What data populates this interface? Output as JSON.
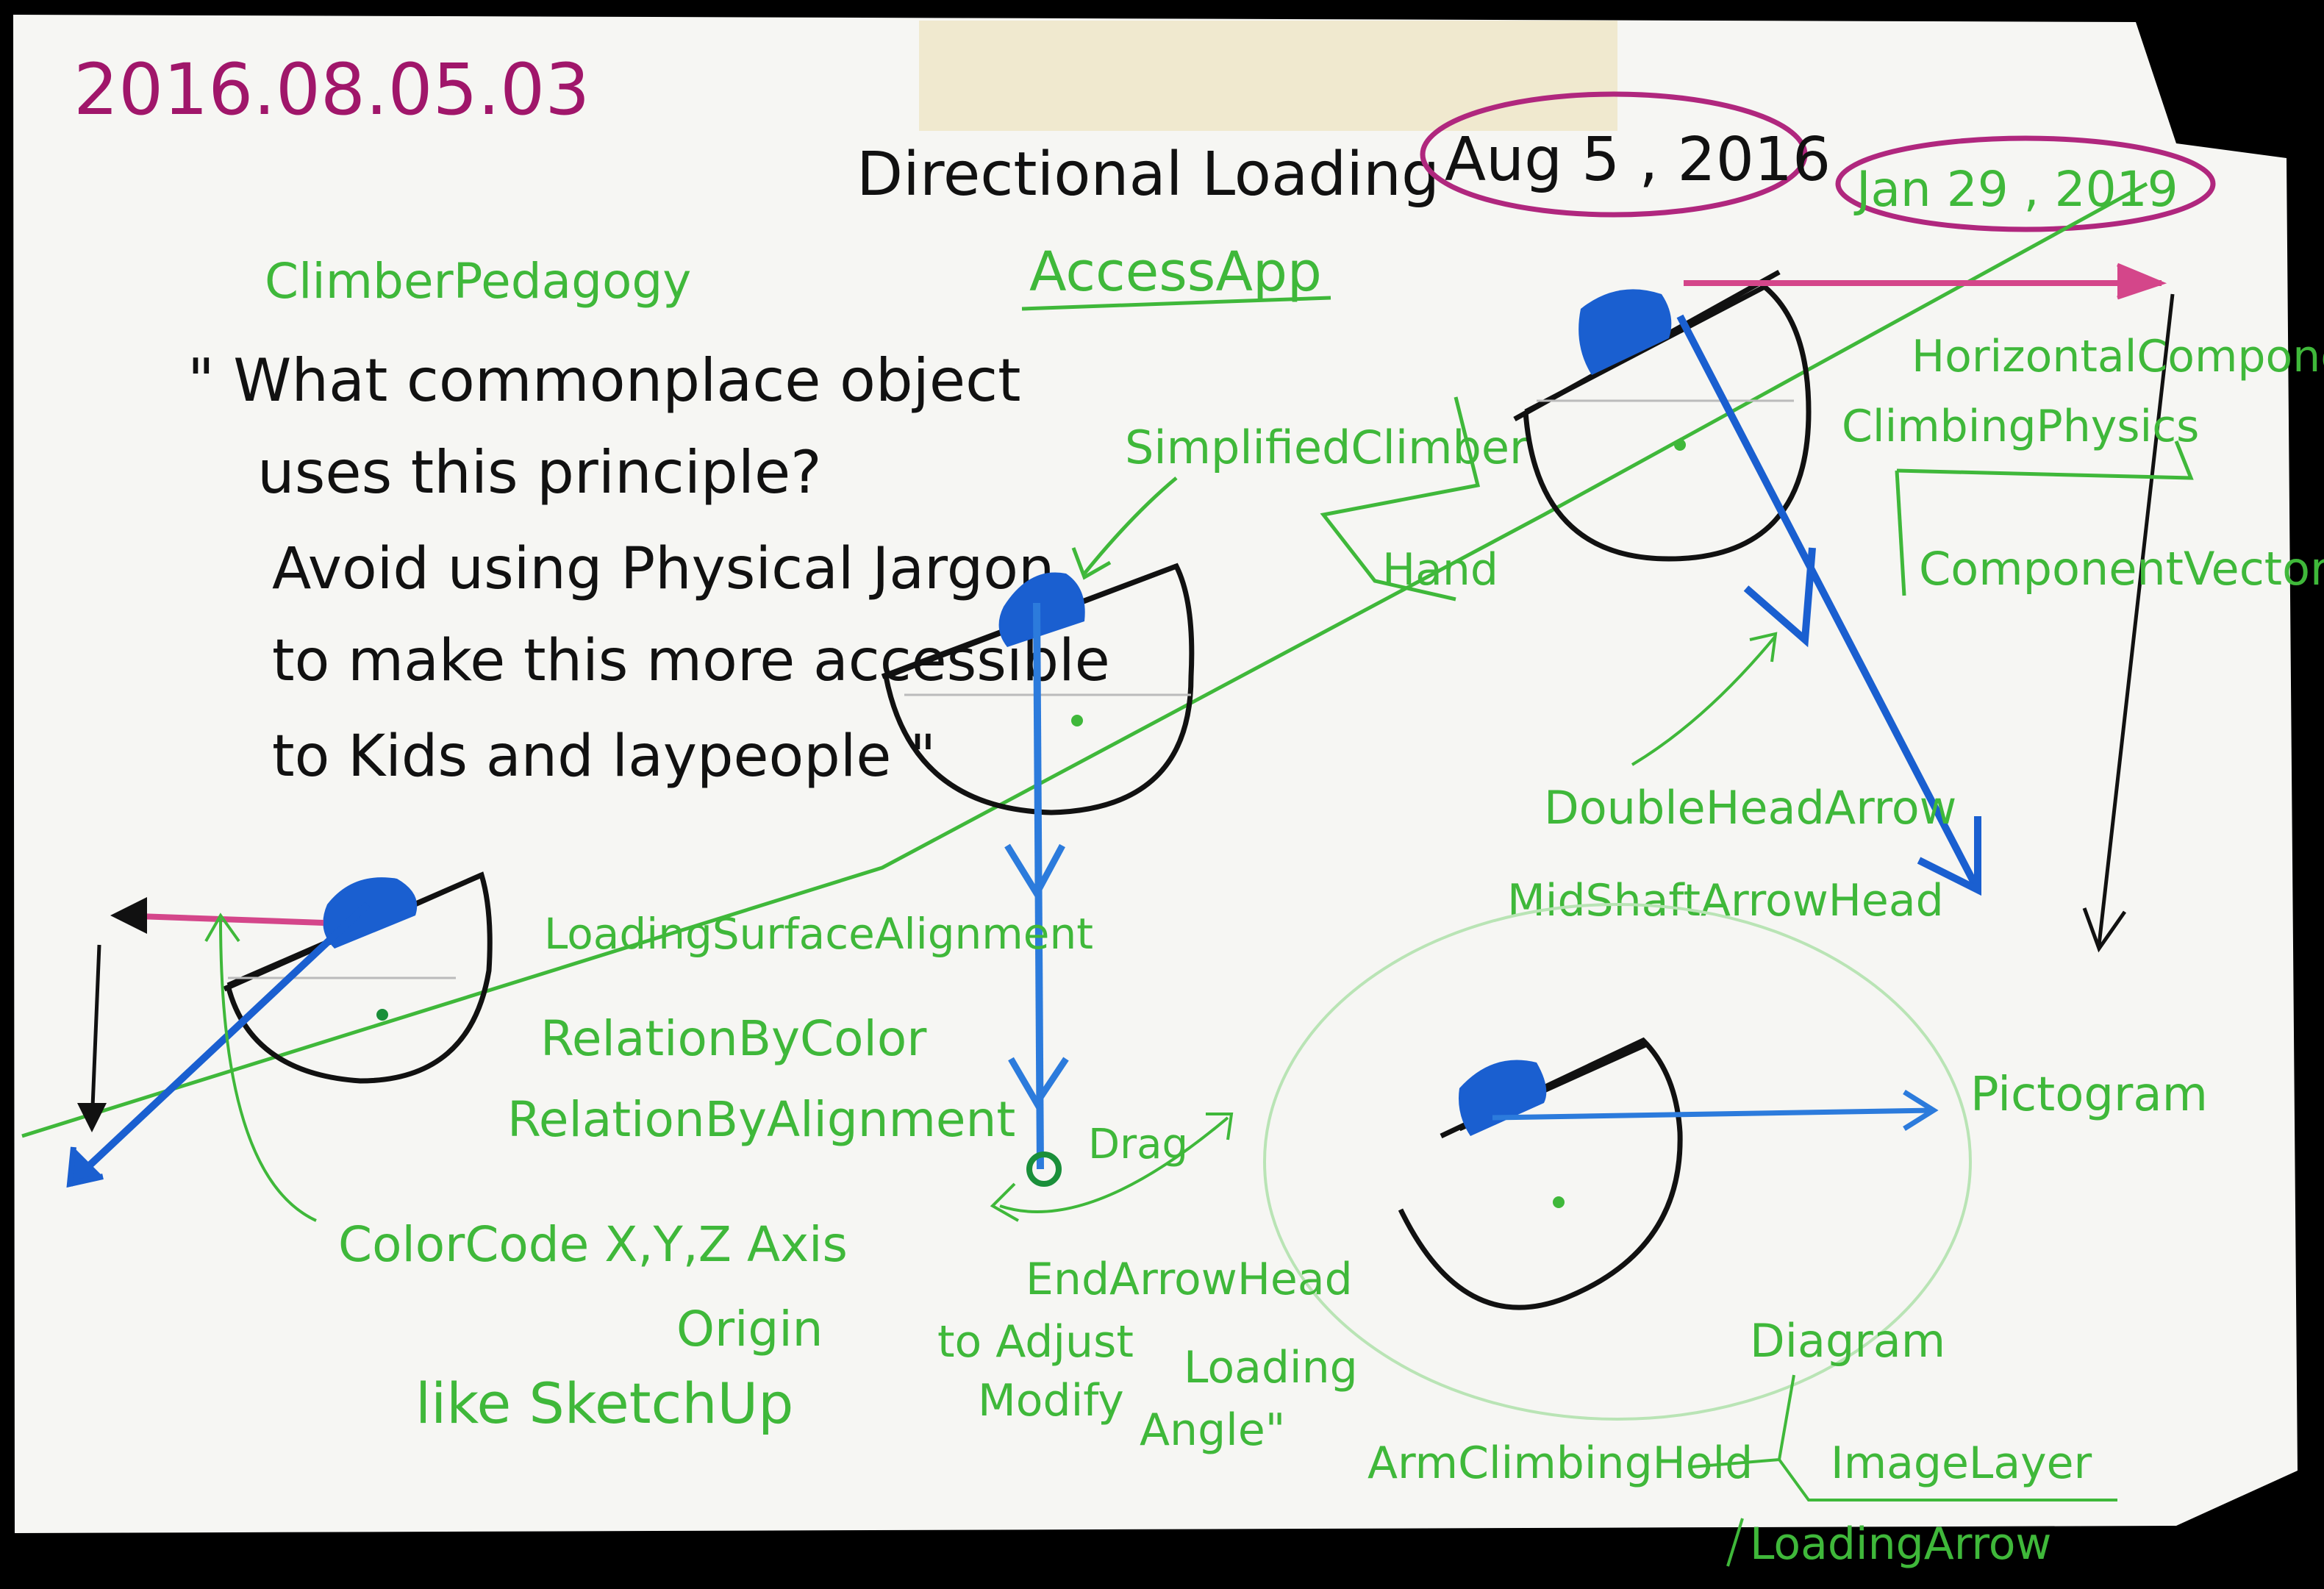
{
  "header": {
    "id_code": "2016.08.05.03",
    "title": "Directional Loading",
    "date": "Aug 5 , 2016",
    "revision_date": "Jan 29 , 2019"
  },
  "quote": {
    "tag": "ClimberPedagogy",
    "lines": [
      "\" What commonplace object",
      "uses this principle?",
      "Avoid using Physical Jargon",
      "to make this more accessible",
      "to Kids and laypeople \""
    ]
  },
  "labels": {
    "access_app": "AccessApp",
    "simplified_climber": "SimplifiedClimber",
    "hand": "Hand",
    "horizontal_component": "HorizontalComponent",
    "climbing_physics": "ClimbingPhysics",
    "component_vector": "ComponentVector",
    "double_head_arrow": "DoubleHeadArrow",
    "mid_shaft_arrowhead": "MidShaftArrowHead",
    "pictogram": "Pictogram",
    "loading_surface_alignment": "LoadingSurfaceAlignment",
    "relation_by_color": "RelationByColor",
    "relation_by_alignment": "RelationByAlignment",
    "drag": "Drag",
    "end_arrowhead_1": "EndArrowHead",
    "end_arrowhead_2": "to Adjust",
    "end_arrowhead_3": "Modify",
    "loading_angle_1": "Loading",
    "loading_angle_2": "Angle\"",
    "color_code": "ColorCode X,Y,Z Axis",
    "origin": "Origin",
    "like_sketchup": "like SketchUp",
    "diagram": "Diagram",
    "arm_climbing_hold": "ArmClimbingHold",
    "image_layer": "ImageLayer",
    "loading_arrow": "LoadingArrow"
  },
  "colors": {
    "paper": "#f6f6f3",
    "ink_black": "#111111",
    "ink_green": "#3fb83a",
    "ink_green_light": "#7fd27a",
    "ink_blue": "#1a5fd0",
    "ink_pink": "#d4468a",
    "ink_magenta": "#a0166a",
    "tape": "#efe6c8"
  }
}
